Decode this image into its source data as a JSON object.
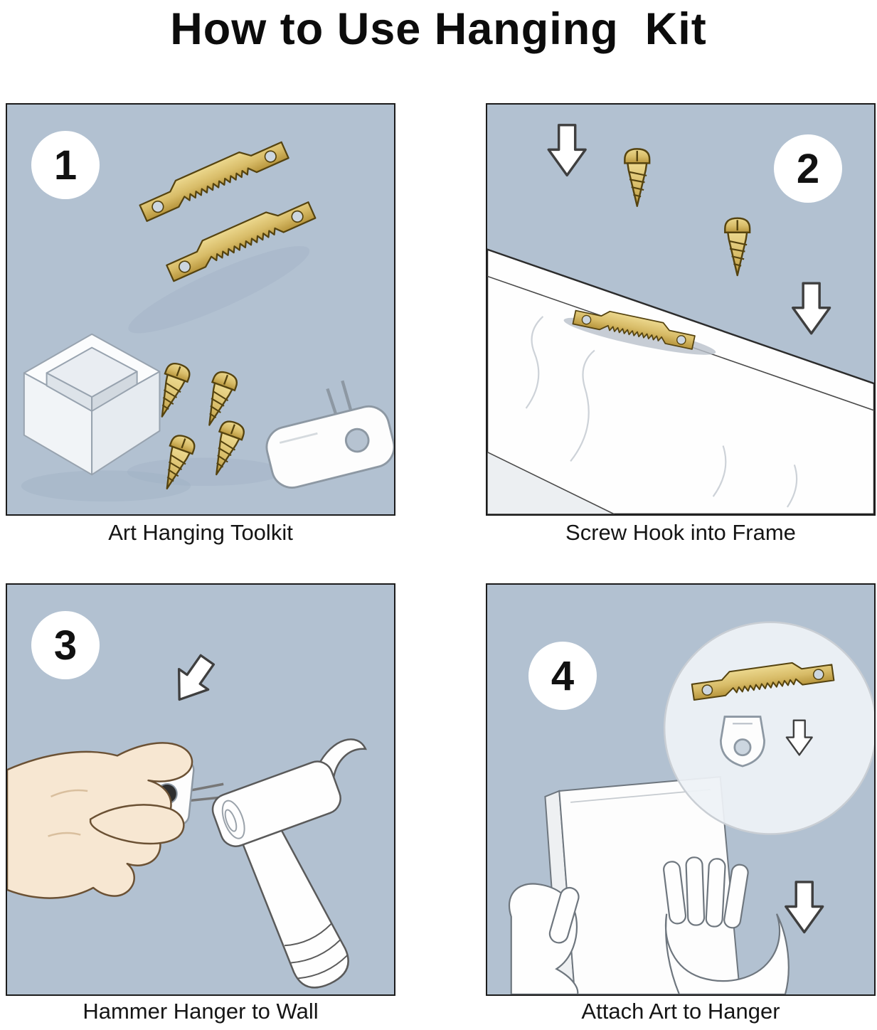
{
  "title": "How to Use Hanging  Kit",
  "panels": [
    {
      "number": "1",
      "caption": "Art Hanging Toolkit"
    },
    {
      "number": "2",
      "caption": "Screw Hook into Frame"
    },
    {
      "number": "3",
      "caption": "Hammer Hanger to Wall"
    },
    {
      "number": "4",
      "caption": "Attach Art to Hanger"
    }
  ],
  "colors": {
    "panel_background": "#b2c1d1",
    "brass": "#d8bc68",
    "brass_dark": "#b7953c",
    "outline": "#1c1c1c",
    "skin": "#f7e7d2",
    "white": "#ffffff"
  }
}
